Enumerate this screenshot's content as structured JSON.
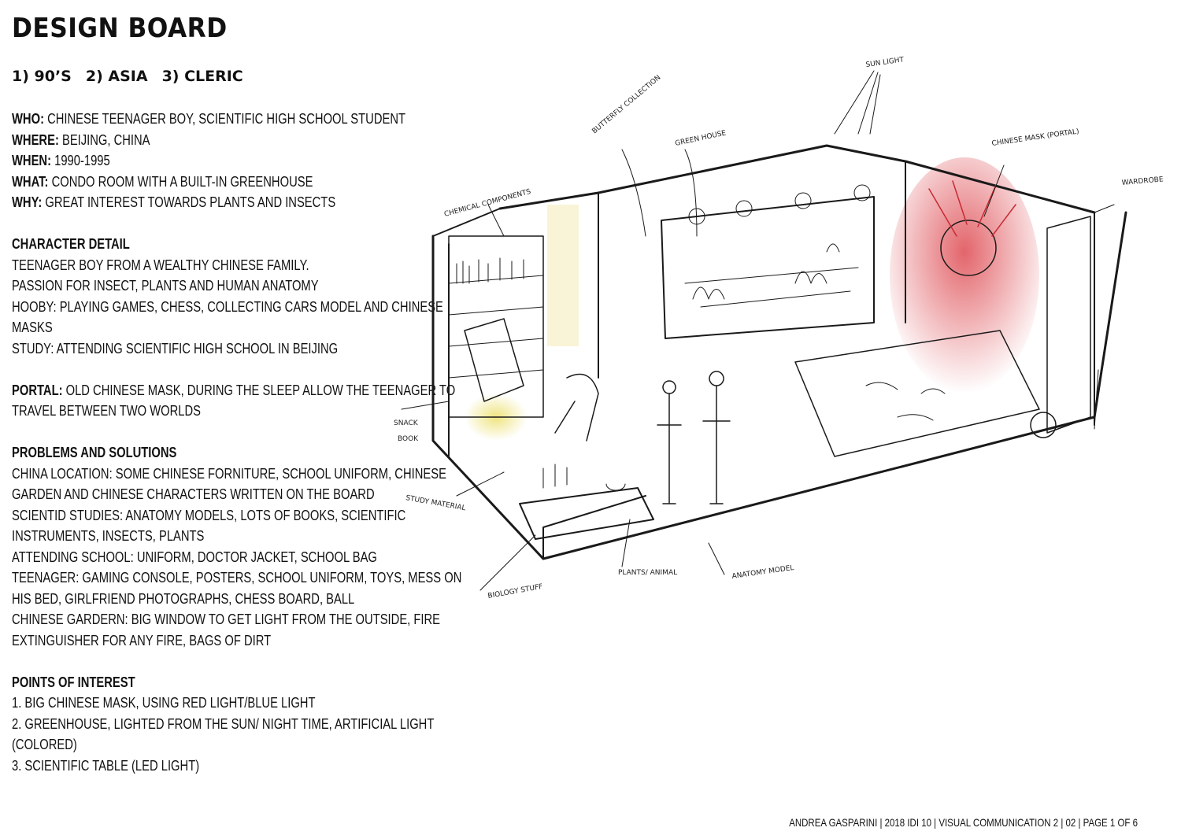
{
  "title": "DESIGN BOARD",
  "themes": [
    "1) 90’S",
    "2) ASIA",
    "3) CLERIC"
  ],
  "brief": [
    {
      "label": "WHO:",
      "text": "CHINESE TEENAGER BOY, SCIENTIFIC HIGH SCHOOL STUDENT"
    },
    {
      "label": "WHERE:",
      "text": "BEIJING, CHINA"
    },
    {
      "label": "WHEN:",
      "text": "1990-1995"
    },
    {
      "label": "WHAT:",
      "text": "CONDO ROOM WITH A BUILT-IN GREENHOUSE"
    },
    {
      "label": "WHY:",
      "text": " GREAT INTEREST TOWARDS PLANTS AND INSECTS"
    }
  ],
  "character": {
    "title": "CHARACTER DETAIL",
    "lines": [
      "TEENAGER BOY FROM A WEALTHY CHINESE FAMILY.",
      "PASSION FOR INSECT, PLANTS AND HUMAN ANATOMY",
      "HOOBY: PLAYING GAMES, CHESS, COLLECTING CARS MODEL AND CHINESE",
      "MASKS",
      "STUDY: ATTENDING SCIENTIFIC HIGH SCHOOL IN BEIJING"
    ]
  },
  "portal": {
    "label": "PORTAL:",
    "line1": "OLD CHINESE MASK, DURING THE SLEEP ALLOW THE TEENAGER TO",
    "line2": "TRAVEL BETWEEN TWO WORLDS"
  },
  "problems": {
    "title": "PROBLEMS AND SOLUTIONS",
    "lines": [
      "CHINA LOCATION: SOME CHINESE FORNITURE, SCHOOL UNIFORM, CHINESE",
      "GARDEN AND CHINESE CHARACTERS WRITTEN ON THE BOARD",
      "SCIENTID STUDIES: ANATOMY MODELS, LOTS OF BOOKS, SCIENTIFIC",
      "INSTRUMENTS, INSECTS, PLANTS",
      "ATTENDING SCHOOL: UNIFORM, DOCTOR JACKET, SCHOOL BAG",
      "TEENAGER: GAMING CONSOLE, POSTERS, SCHOOL UNIFORM, TOYS, MESS ON",
      "HIS BED, GIRLFRIEND PHOTOGRAPHS, CHESS BOARD, BALL",
      "CHINESE GARDERN: BIG WINDOW TO GET LIGHT FROM THE OUTSIDE, FIRE",
      "EXTINGUISHER FOR ANY FIRE, BAGS OF DIRT"
    ]
  },
  "interest": {
    "title": "POINTS OF INTEREST",
    "lines": [
      "1. BIG CHINESE MASK, USING RED LIGHT/BLUE LIGHT",
      "2. GREENHOUSE, LIGHTED FROM THE SUN/ NIGHT TIME, ARTIFICIAL LIGHT",
      "(COLORED)",
      "3. SCIENTIFIC TABLE (LED LIGHT)"
    ]
  },
  "sketch_labels": {
    "sun_light": "SUN LIGHT",
    "butterfly": "BUTTERFLY COLLECTION",
    "green_house": "GREEN HOUSE",
    "chinese_mask": "CHINESE MASK (PORTAL)",
    "wardrobe": "WARDROBE",
    "chemical": "CHEMICAL COMPONENTS",
    "snack": "SNACK",
    "book": "BOOK",
    "study_material": "STUDY MATERIAL",
    "biology": "BIOLOGY STUFF",
    "plants": "PLANTS/ ANIMAL",
    "anatomy": "ANATOMY MODEL"
  },
  "footer": "ANDREA GASPARINI | 2018 IDI 10 | VISUAL COMMUNICATION 2 | 02 |  PAGE 1 OF 6",
  "colors": {
    "text": "#111111",
    "mask_light": "#d9323a",
    "desk_light": "#e8d84a",
    "sketch_line": "#1a1a1a"
  }
}
